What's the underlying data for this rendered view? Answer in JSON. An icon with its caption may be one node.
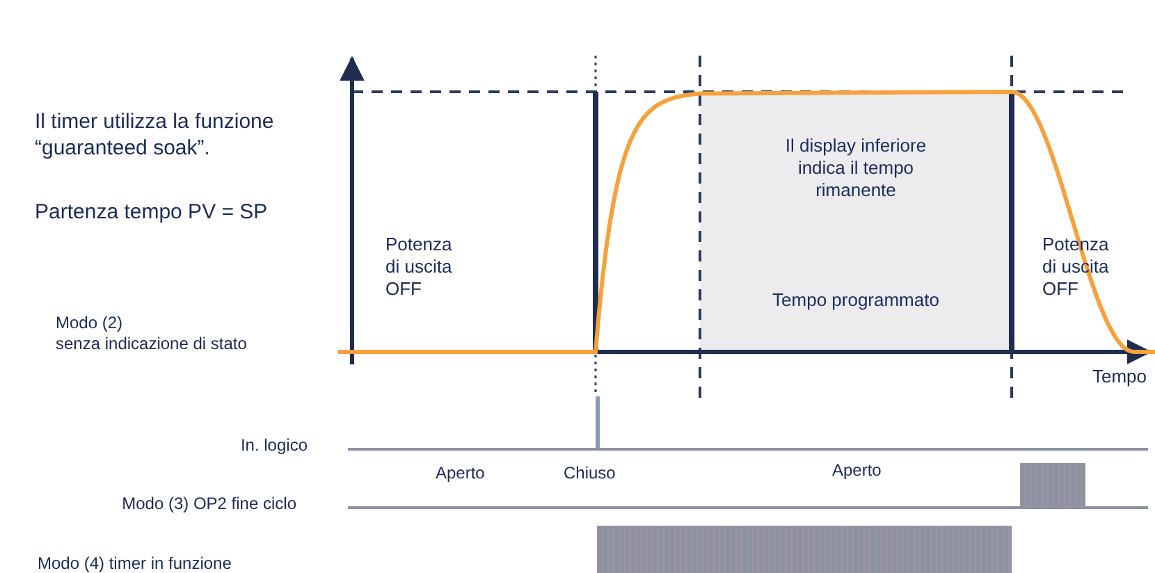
{
  "diagram": {
    "labels": [
      "Il timer utilizza la funzione “guaranteed soak”.",
      "Partenza tempo PV = SP",
      "Il display inferiore indica il tempo rimanente",
      "Potenza di uscita OFF",
      "Potenza di uscita OFF",
      "Tempo programmato",
      "Modo (2) senza indicazione di stato",
      "Tempo",
      "In. logico",
      "Aperto",
      "Chiuso",
      "Aperto",
      "Modo (3) OP2 fine ciclo",
      "Modo (4) timer in funzione"
    ]
  }
}
